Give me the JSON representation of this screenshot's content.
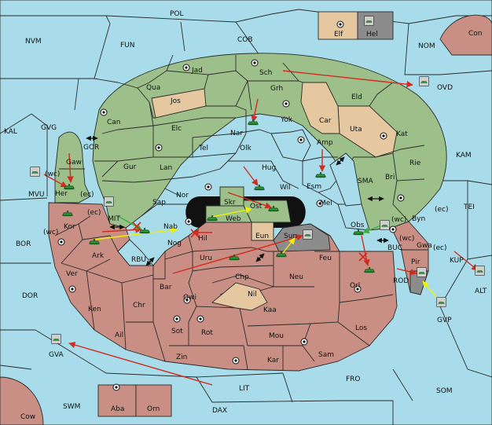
{
  "map": {
    "colors": {
      "sea": "#a8dcea",
      "green_power": "#9dc08b",
      "red_power": "#c98f84",
      "neutral_land": "#e6c8a0",
      "impassable": "#8c8c8c",
      "order_arrow_red": "#d22b1f",
      "order_arrow_yellow": "#f0f000",
      "order_arrow_green": "#3ab03a",
      "unit_fill": "#2f9e3a"
    },
    "seas": {
      "pol": "POL",
      "nvm": "NVM",
      "fun": "FUN",
      "cob": "COB",
      "nom": "NOM",
      "con": "Con",
      "kal": "KAL",
      "gvg": "GVG",
      "gor": "GOR",
      "mvu": "MVU",
      "bor": "BOR",
      "dor": "DOR",
      "gva": "GVA",
      "swm": "SWM",
      "dax": "DAX",
      "lit": "LIT",
      "fro": "FRO",
      "som": "SOM",
      "kam": "KAM",
      "tei": "TEI",
      "kup": "KUP",
      "alt": "ALT",
      "gvp": "GVP",
      "ovd": "OVD",
      "sma": "SMA",
      "mit": "MIT",
      "rbu": "RBU",
      "buc": "BUC",
      "rod": "ROD",
      "cow": "Cow"
    },
    "green_provinces": {
      "jad": "Jad",
      "sch": "Sch",
      "qua": "Qua",
      "grh": "Grh",
      "can": "Can",
      "eld": "Eld",
      "elc": "Elc",
      "nar": "Nar",
      "yok": "Yok",
      "car": "Car",
      "kat": "Kat",
      "gur": "Gur",
      "tel": "Tel",
      "olk": "Olk",
      "amp": "Amp",
      "rie": "Rie",
      "lan": "Lan",
      "hug": "Hug",
      "bri": "Bri",
      "nor": "Nor",
      "wil": "Wil",
      "esm": "Esm",
      "gaw": "Gaw",
      "her": "Her",
      "sap": "Sap",
      "skr": "Skr",
      "ost": "Ost",
      "web": "Web",
      "mel": "Mel",
      "byn": "Byn",
      "obs": "Obs",
      "nab": "Nab"
    },
    "red_provinces": {
      "kor": "Kor",
      "ark": "Ark",
      "nog": "Nog",
      "hil": "Hil",
      "eun": "Eun",
      "sun": "Sun",
      "gwa": "Gwa",
      "ver": "Ver",
      "uru": "Uru",
      "feu": "Feu",
      "pir": "Pir",
      "chp": "Chp",
      "neu": "Neu",
      "orl": "Orl",
      "bar": "Bar",
      "qwi": "Qwi",
      "nil": "Nil",
      "ken": "Ken",
      "chr": "Chr",
      "kaa": "Kaa",
      "los": "Los",
      "ail": "Ail",
      "sot": "Sot",
      "rot": "Rot",
      "mou": "Mou",
      "zin": "Zin",
      "kar": "Kar",
      "sam": "Sam",
      "aba": "Aba",
      "orn": "Orn"
    },
    "neutral_provinces": {
      "jos": "Jos",
      "uta": "Uta",
      "elf": "Elf",
      "hel": "Hel"
    },
    "coast_tags": {
      "her_wc": "(wc)",
      "her_ec": "(ec)",
      "kor_wc": "(wc)",
      "kor_ec": "(ec)",
      "byn_wc": "(wc)",
      "byn_ec": "(ec)",
      "gwa_wc": "(wc)",
      "gwa_ec": "(ec)"
    }
  }
}
